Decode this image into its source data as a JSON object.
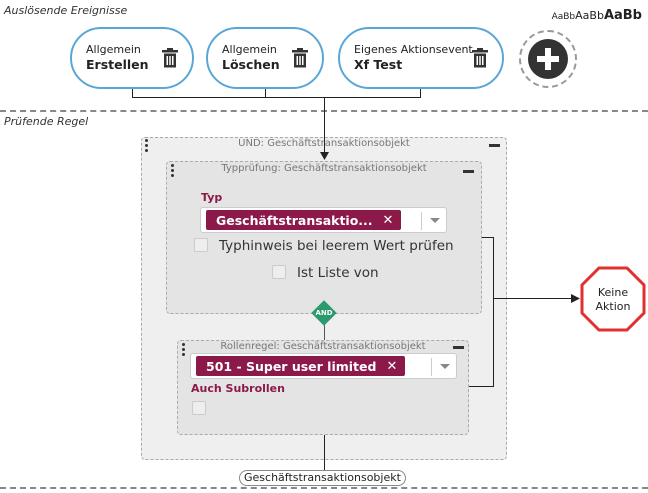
{
  "sections": {
    "triggers_label": "Auslösende Ereignisse",
    "rules_label": "Prüfende Regel"
  },
  "font_scale": [
    "AaBb",
    "AaBb",
    "AaBb"
  ],
  "triggers": [
    {
      "line1": "Allgemein",
      "line2": "Erstellen",
      "icon": "trash-icon"
    },
    {
      "line1": "Allgemein",
      "line2": "Löschen",
      "icon": "trash-icon"
    },
    {
      "line1": "Eigenes Aktionsevent",
      "line2": "Xf Test",
      "icon": "trash-icon"
    }
  ],
  "add_trigger_icon": "plus-circle-icon",
  "and_group": {
    "title": "UND: Geschäftstransaktionsobjekt"
  },
  "type_check": {
    "title": "Typprüfung: Geschäftstransaktionsobjekt",
    "type_label": "Typ",
    "type_value": "Geschäftstransaktio...",
    "remove_symbol": "✕",
    "checkbox_hint": "Typhinweis bei leerem Wert prüfen",
    "checkbox_list": "Ist Liste von"
  },
  "and_badge": "AND",
  "role_rule": {
    "title": "Rollenregel: Geschäftstransaktionsobjekt",
    "role_value": "501 - Super user limited",
    "remove_symbol": "✕",
    "subroles_label": "Auch Subrollen"
  },
  "action": {
    "line1": "Keine",
    "line2": "Aktion",
    "color": "#e03030"
  },
  "bottom_label": "Geschäftstransaktionsobjekt",
  "colors": {
    "accent": "#8b1a4a",
    "trigger_border": "#5aa7d6",
    "and_badge": "#2b9a6e"
  }
}
